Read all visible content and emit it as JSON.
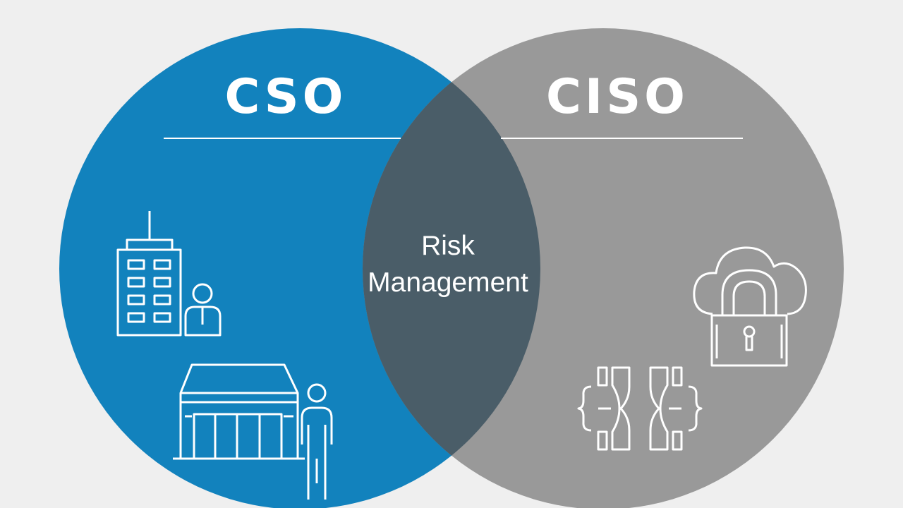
{
  "diagram": {
    "left_circle": {
      "label": "CSO",
      "color": "#1282bd"
    },
    "right_circle": {
      "label": "CISO",
      "color": "#999999"
    },
    "overlap": {
      "label_line1": "Risk",
      "label_line2": "Management",
      "color": "#4a5d68"
    },
    "background_color": "#efefef",
    "icons": {
      "left": [
        "office-building-icon",
        "person-icon",
        "storefront-icon",
        "person-standing-icon"
      ],
      "right": [
        "cloud-lock-icon",
        "code-braces-icon"
      ]
    }
  }
}
